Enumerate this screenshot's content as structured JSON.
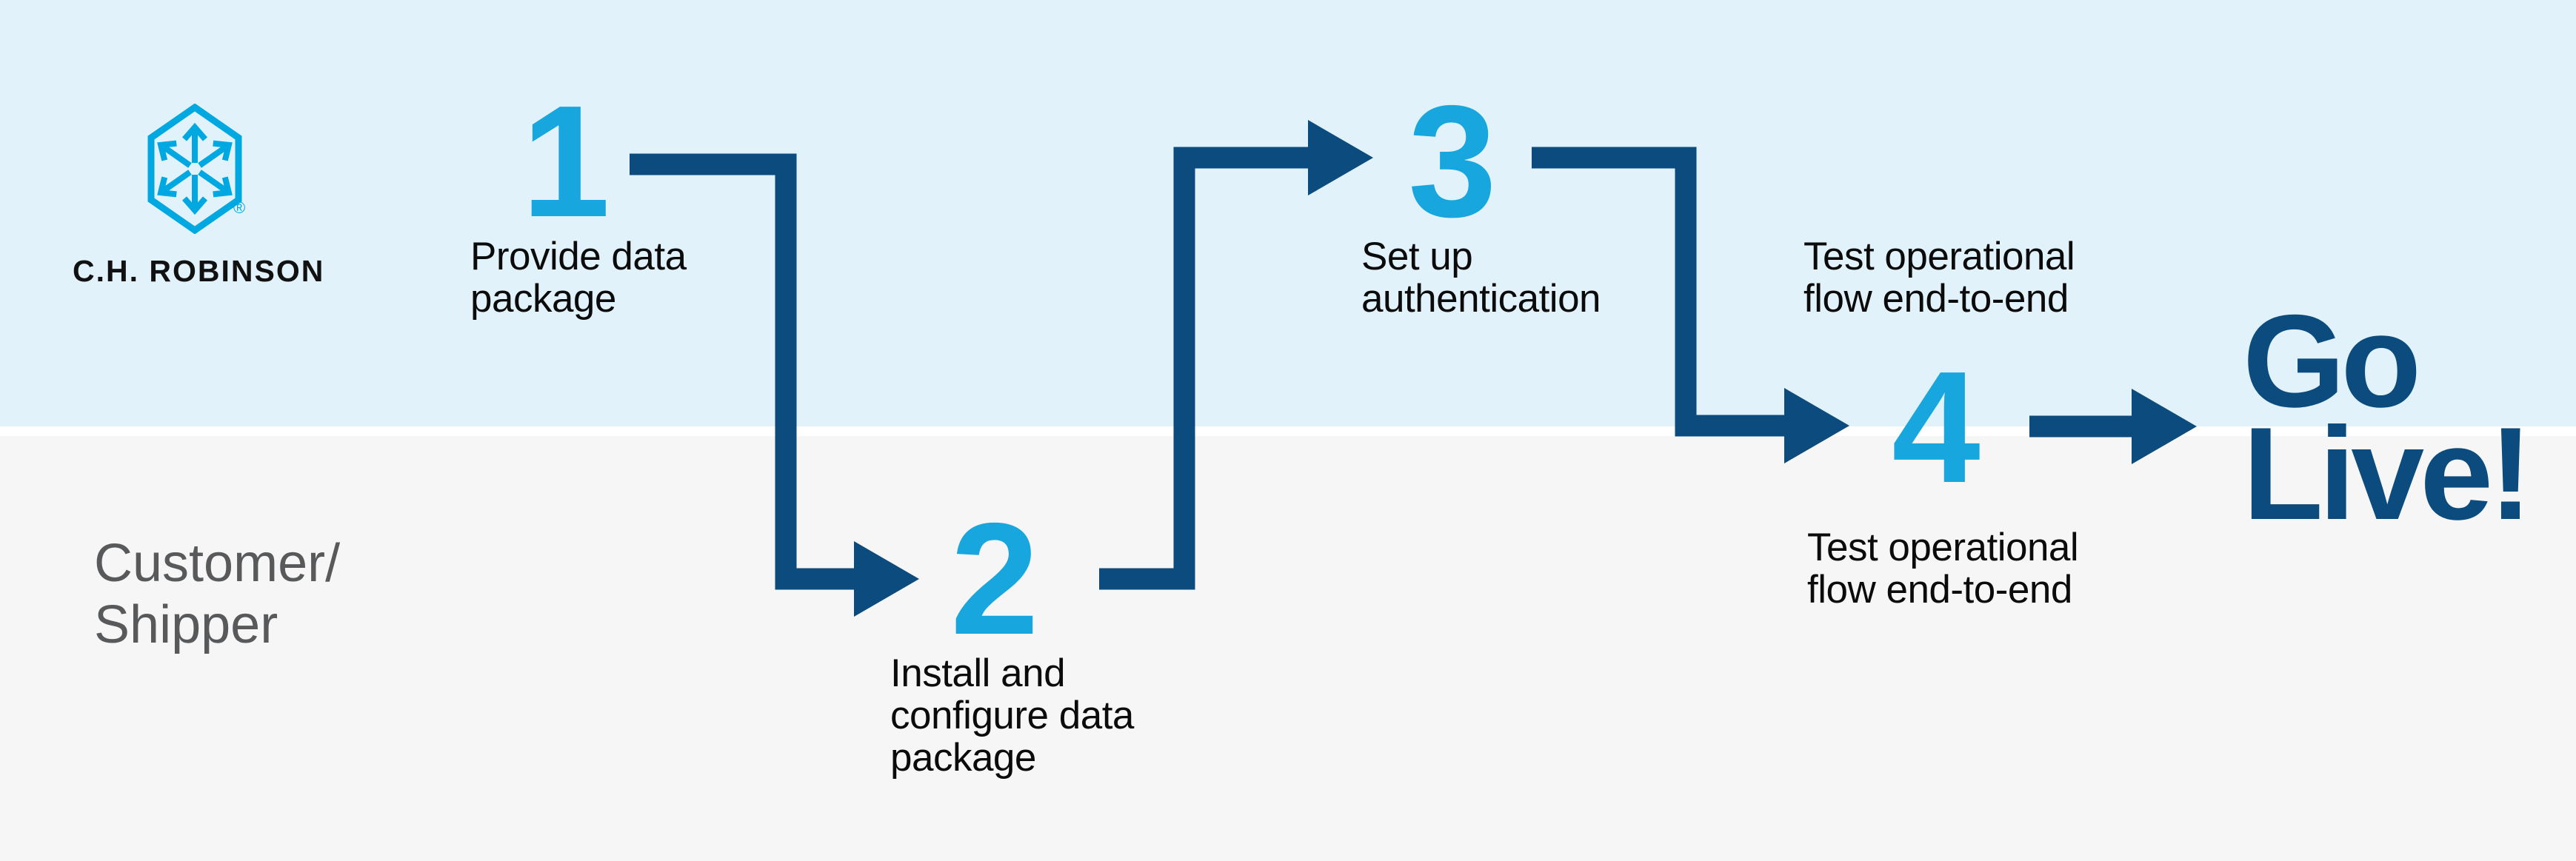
{
  "brand": {
    "wordmark": "C.H. ROBINSON",
    "registered_mark": "®"
  },
  "lanes": {
    "top_owner": "C.H. Robinson",
    "bottom_label_lines": [
      "Customer/",
      "Shipper"
    ]
  },
  "steps": [
    {
      "number": "1",
      "label_lines": [
        "Provide data",
        "package"
      ]
    },
    {
      "number": "2",
      "label_lines": [
        "Install and",
        "configure data",
        "package"
      ]
    },
    {
      "number": "3",
      "label_lines": [
        "Set up",
        "authentication"
      ]
    },
    {
      "number": "4",
      "label_top_lines": [
        "Test operational",
        "flow end-to-end"
      ],
      "label_bottom_lines": [
        "Test operational",
        "flow end-to-end"
      ]
    }
  ],
  "finale": {
    "lines": [
      "Go",
      "Live!"
    ]
  },
  "colors": {
    "band_top": "#E1F2FA",
    "band_bottom": "#F6F6F6",
    "divider": "#FFFFFF",
    "navy": "#0C4B7D",
    "cyan": "#18A6DF",
    "logo_cyan": "#00A8E1",
    "text_black": "#0B0B0B",
    "text_gray": "#58595B"
  }
}
